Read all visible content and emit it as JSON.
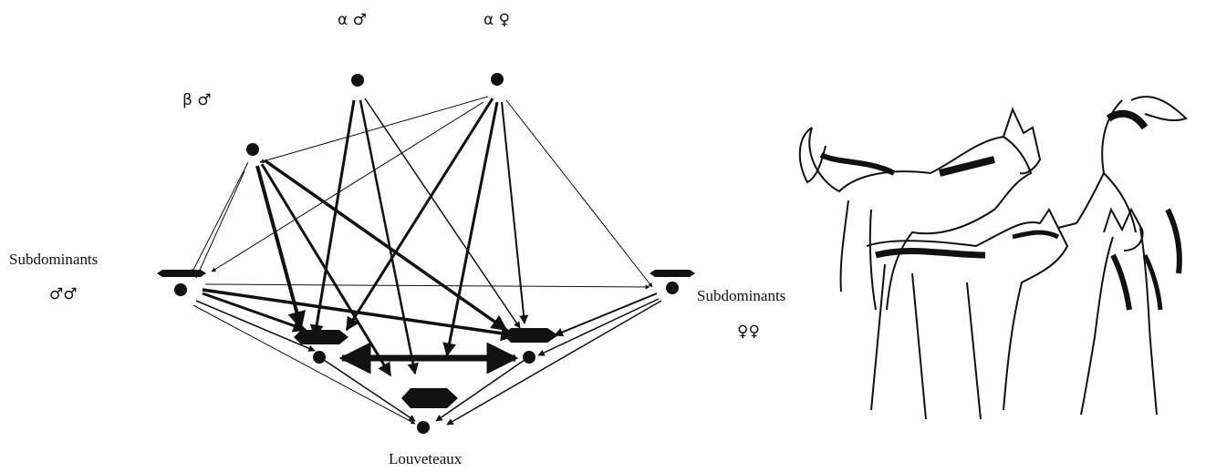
{
  "labels": {
    "alpha_male": "α ♂",
    "alpha_female": "α ♀",
    "beta_male": "β ♂",
    "subdominants_left": "Subdominants",
    "subdominants_left_symbol": "♂♂",
    "subdominants_right": "Subdominants",
    "subdominants_right_symbol": "♀♀",
    "pups": "Louveteaux"
  },
  "illustration": {
    "subject": "group of wolves sketch"
  }
}
